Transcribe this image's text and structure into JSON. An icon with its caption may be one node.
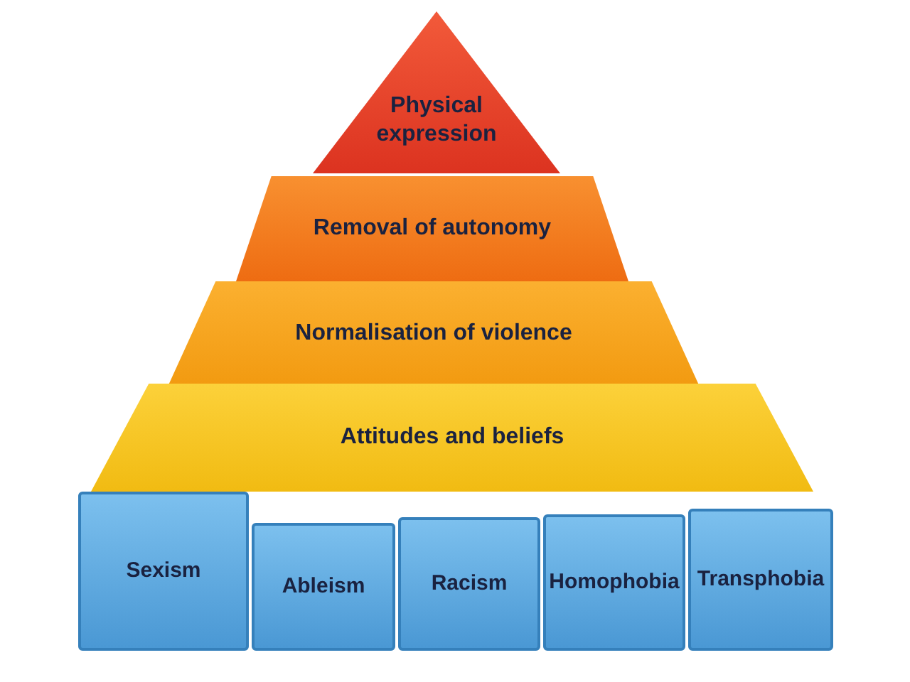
{
  "diagram": {
    "nodes": [
      {
        "text": [
          "Physical expression"
        ]
      },
      {
        "text": [
          "Removal of autonomy"
        ]
      },
      {
        "text": [
          "Normalisation of violence"
        ]
      },
      {
        "text": [
          "Attitudes and beliefs"
        ]
      },
      {
        "text": [
          "Sexism"
        ]
      },
      {
        "text": [
          "Ableism"
        ]
      },
      {
        "text": [
          "Racism"
        ]
      },
      {
        "text": [
          "Homophobia"
        ]
      },
      {
        "text": [
          "Transphobia"
        ]
      }
    ]
  }
}
